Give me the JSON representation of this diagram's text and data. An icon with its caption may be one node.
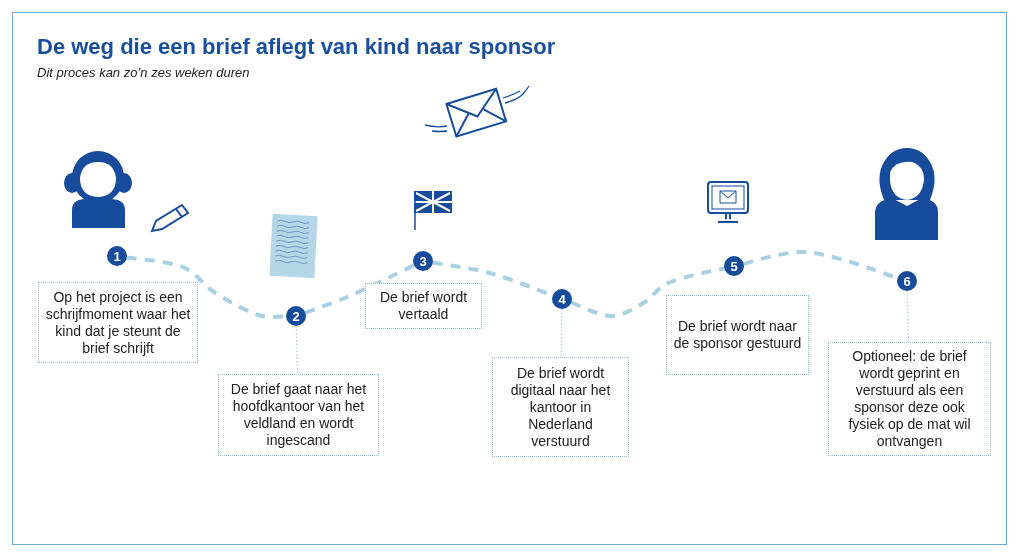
{
  "diagram": {
    "title": "De weg die een brief aflegt van kind naar sponsor",
    "caption": "Dit proces kan zo’n zes weken duren",
    "nodes": [
      {
        "text": [
          "1"
        ]
      },
      {
        "text": [
          "Op het project is een schrijfmoment waar het kind dat je steunt de brief schrijft"
        ]
      },
      {
        "text": [
          "2"
        ]
      },
      {
        "text": [
          "De brief gaat naar het hoofdkantoor van het veldland en wordt ingescand"
        ]
      },
      {
        "text": [
          "3"
        ]
      },
      {
        "text": [
          "De brief wordt vertaald"
        ]
      },
      {
        "text": [
          "4"
        ]
      },
      {
        "text": [
          "De brief wordt digitaal naar het kantoor in Nederland verstuurd"
        ]
      },
      {
        "text": [
          "5"
        ]
      },
      {
        "text": [
          "De brief wordt naar de sponsor gestuurd"
        ]
      },
      {
        "text": [
          "6"
        ]
      },
      {
        "text": [
          "Optioneel: de brief wordt geprint en verstuurd als een sponsor deze ook fysiek op de mat wil ontvangen"
        ]
      }
    ],
    "edges": [
      {
        "from": 0,
        "to": 2,
        "arrow": "none",
        "style": "dashed"
      },
      {
        "from": 2,
        "to": 4,
        "arrow": "none",
        "style": "dashed"
      },
      {
        "from": 4,
        "to": 6,
        "arrow": "none",
        "style": "dashed"
      },
      {
        "from": 6,
        "to": 8,
        "arrow": "none",
        "style": "dashed"
      },
      {
        "from": 8,
        "to": 10,
        "arrow": "none",
        "style": "dashed"
      },
      {
        "from": 2,
        "to": 3,
        "arrow": "none",
        "style": "dashed"
      },
      {
        "from": 6,
        "to": 7,
        "arrow": "none",
        "style": "dashed"
      },
      {
        "from": 10,
        "to": 11,
        "arrow": "none",
        "style": "dashed"
      }
    ]
  }
}
